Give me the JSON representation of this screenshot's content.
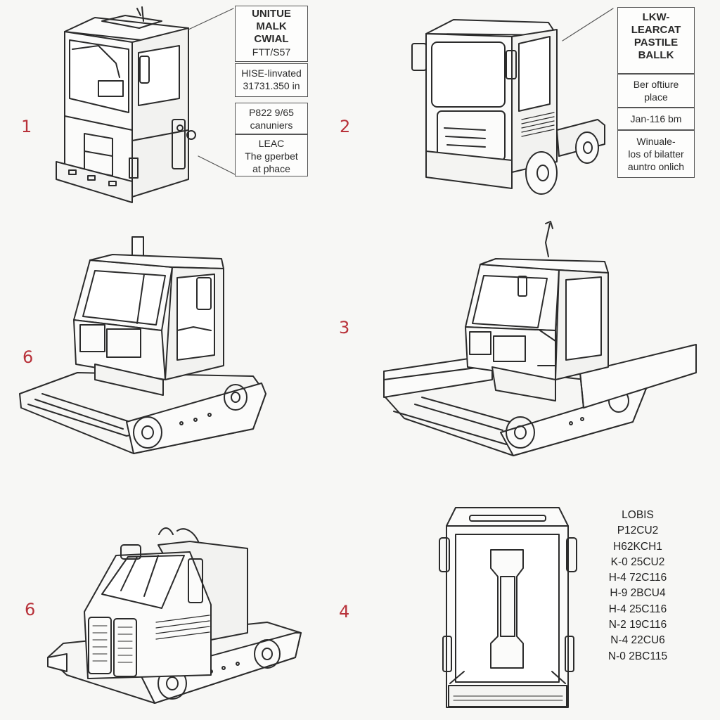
{
  "figure_numbers": [
    "1",
    "2",
    "6",
    "3",
    "6",
    "4"
  ],
  "callouts": {
    "fig1_top": [
      "UNITUE",
      "MALK",
      "CWIAL",
      "FTT/S57"
    ],
    "fig1_mid": [
      "HISE-linvated",
      "31731.350 in"
    ],
    "fig1_lower": [
      "P822 9/65",
      "canuniers"
    ],
    "fig1_bottom": [
      "LEAC",
      "The gperbet",
      "at phace"
    ],
    "fig2_top": [
      "LKW-",
      "LEARCAT",
      "PASTILE",
      "BALLK"
    ],
    "fig2_mid": [
      "Ber oftiure",
      "place"
    ],
    "fig2_lower": [
      "Jan-116 bm"
    ],
    "fig2_bottom": [
      "Winuale-",
      "los of bilatter",
      "auntro onlich"
    ]
  },
  "spec_list": [
    "LOBIS",
    "P12CU2",
    "H62KCH1",
    "K-0 25CU2",
    "H-4 72C116",
    "H-9 2BCU4",
    "H-4 25C116",
    "N-2 19C116",
    "N-4 22CU6",
    "N-0 2BC115"
  ]
}
